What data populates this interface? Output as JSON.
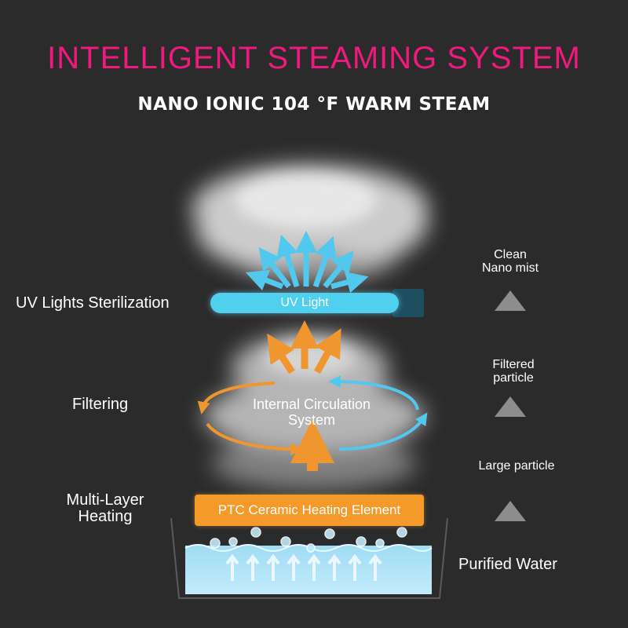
{
  "header": {
    "title": "INTELLIGENT  STEAMING SYSTEM",
    "subtitle": "NANO IONIC 104 °F WARM STEAM"
  },
  "left_labels": {
    "uv": "UV Lights Sterilization",
    "filtering": "Filtering",
    "heating_line1": "Multi-Layer",
    "heating_line2": "Heating"
  },
  "components": {
    "uv_light": "UV Light",
    "circulation_line1": "Internal Circulation",
    "circulation_line2": "System",
    "ptc": "PTC Ceramic Heating Element"
  },
  "right_labels": {
    "clean_line1": "Clean",
    "clean_line2": "Nano mist",
    "filtered_line1": "Filtered",
    "filtered_line2": "particle",
    "large": "Large particle",
    "water": "Purified Water"
  },
  "colors": {
    "title": "#f0197d",
    "uv_blue": "#4fd0ee",
    "heat_orange": "#f39a2b",
    "water_blue": "#a8dff5",
    "background": "#2b2b2c"
  }
}
